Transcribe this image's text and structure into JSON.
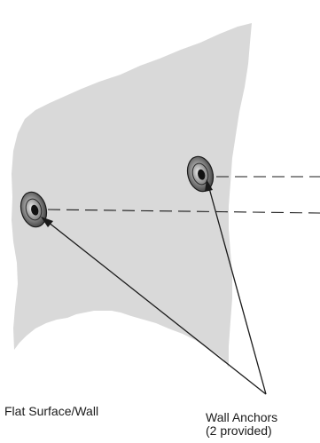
{
  "diagram": {
    "labels": {
      "wall": "Flat Surface/Wall",
      "anchors_line1": "Wall Anchors",
      "anchors_line2": "(2 provided)"
    },
    "colors": {
      "wall_fill": "#d9d9d9",
      "stroke": "#1a1a1a",
      "anchor_dark": "#2b2b2b",
      "anchor_mid": "#8a8a8a",
      "anchor_light": "#c8c8c8"
    }
  }
}
